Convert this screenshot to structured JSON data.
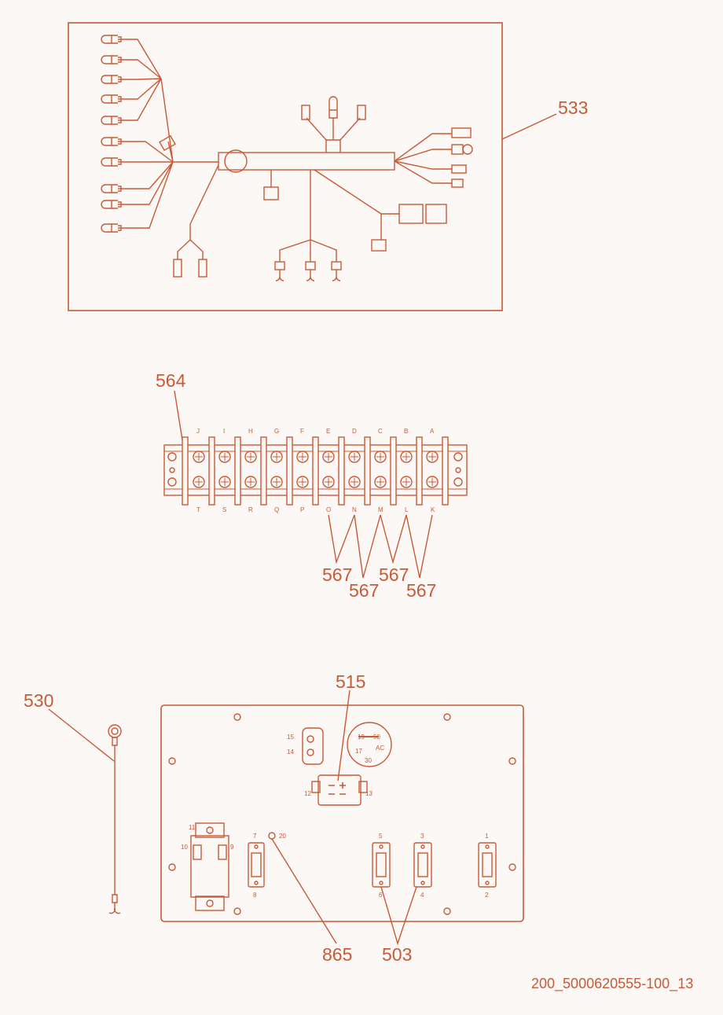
{
  "callouts": {
    "harness": "533",
    "terminal_block": "564",
    "jumpers": [
      "567",
      "567",
      "567",
      "567"
    ],
    "ground_wire": "530",
    "panel_part": "515",
    "indicator": "865",
    "switches": "503"
  },
  "terminal_block": {
    "top_letters": [
      "J",
      "I",
      "H",
      "G",
      "F",
      "E",
      "D",
      "C",
      "B",
      "A"
    ],
    "bottom_letters": [
      "T",
      "S",
      "R",
      "Q",
      "P",
      "O",
      "N",
      "M",
      "L",
      "K"
    ]
  },
  "panel_labels": {
    "relay": [
      "15",
      "14"
    ],
    "breaker": [
      "19",
      "50",
      "17",
      "AC",
      "30"
    ],
    "rocker": [
      "12",
      "13"
    ],
    "outlet": [
      "11",
      "10",
      "9"
    ],
    "switch_a": [
      "7",
      "8"
    ],
    "indicator": "20",
    "switch_b": [
      "5",
      "6"
    ],
    "switch_c": [
      "3",
      "4"
    ],
    "switch_d": [
      "1",
      "2"
    ]
  },
  "figure_id": "200_5000620555-100_13",
  "colors": {
    "line": "#c85a37",
    "background": "#fbf8f6"
  }
}
